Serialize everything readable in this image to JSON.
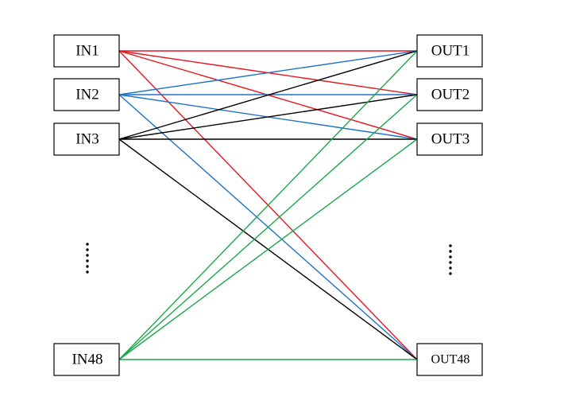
{
  "inputs": [
    {
      "id": "in1",
      "label": "IN1"
    },
    {
      "id": "in2",
      "label": "IN2"
    },
    {
      "id": "in3",
      "label": "IN3"
    },
    {
      "id": "in48",
      "label": "IN48"
    }
  ],
  "outputs": [
    {
      "id": "out1",
      "label": "OUT1"
    },
    {
      "id": "out2",
      "label": "OUT2"
    },
    {
      "id": "out3",
      "label": "OUT3"
    },
    {
      "id": "out48",
      "label": "OUT48"
    }
  ],
  "colors": {
    "in1": "#e8141e",
    "in2": "#1f73c6",
    "in3": "#000000",
    "in48": "#1ba84a"
  },
  "connections": [
    {
      "from": "in1",
      "to": "out1"
    },
    {
      "from": "in1",
      "to": "out2"
    },
    {
      "from": "in1",
      "to": "out3"
    },
    {
      "from": "in1",
      "to": "out48"
    },
    {
      "from": "in2",
      "to": "out1"
    },
    {
      "from": "in2",
      "to": "out2"
    },
    {
      "from": "in2",
      "to": "out3"
    },
    {
      "from": "in2",
      "to": "out48"
    },
    {
      "from": "in3",
      "to": "out1"
    },
    {
      "from": "in3",
      "to": "out2"
    },
    {
      "from": "in3",
      "to": "out3"
    },
    {
      "from": "in3",
      "to": "out48"
    },
    {
      "from": "in48",
      "to": "out1"
    },
    {
      "from": "in48",
      "to": "out2"
    },
    {
      "from": "in48",
      "to": "out3"
    },
    {
      "from": "in48",
      "to": "out48"
    }
  ]
}
